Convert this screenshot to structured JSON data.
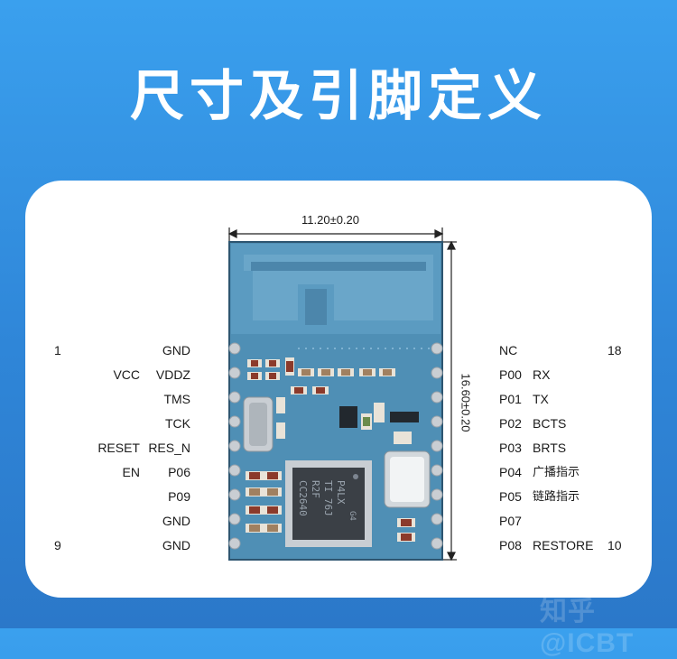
{
  "title": "尺寸及引脚定义",
  "dimensions": {
    "width": "11.20±0.20",
    "height": "16.60±0.20"
  },
  "chip_marking": [
    "CC2640",
    "R2F",
    "TI 76J",
    "P4LX",
    "G4"
  ],
  "left_pin_numbers": {
    "first": "1",
    "last": "9"
  },
  "right_pin_numbers": {
    "first": "18",
    "last": "10"
  },
  "left_pins": [
    {
      "alias": "",
      "name": "GND"
    },
    {
      "alias": "VCC",
      "name": "VDDZ"
    },
    {
      "alias": "",
      "name": "TMS"
    },
    {
      "alias": "",
      "name": "TCK"
    },
    {
      "alias": "RESET",
      "name": "RES_N"
    },
    {
      "alias": "EN",
      "name": "P06"
    },
    {
      "alias": "",
      "name": "P09"
    },
    {
      "alias": "",
      "name": "GND"
    },
    {
      "alias": "",
      "name": "GND"
    }
  ],
  "right_pins": [
    {
      "name": "NC",
      "func": ""
    },
    {
      "name": "P00",
      "func": "RX"
    },
    {
      "name": "P01",
      "func": "TX"
    },
    {
      "name": "P02",
      "func": "BCTS"
    },
    {
      "name": "P03",
      "func": "BRTS"
    },
    {
      "name": "P04",
      "func": "广播指示"
    },
    {
      "name": "P05",
      "func": "链路指示"
    },
    {
      "name": "P07",
      "func": ""
    },
    {
      "name": "P08",
      "func": "RESTORE"
    }
  ],
  "watermark": "知乎@ICBT",
  "colors": {
    "pcb": "#4f8fb5",
    "pcb_dark": "#3f7ba0",
    "pad": "#c9ced3",
    "background": "#3aa0ee"
  }
}
